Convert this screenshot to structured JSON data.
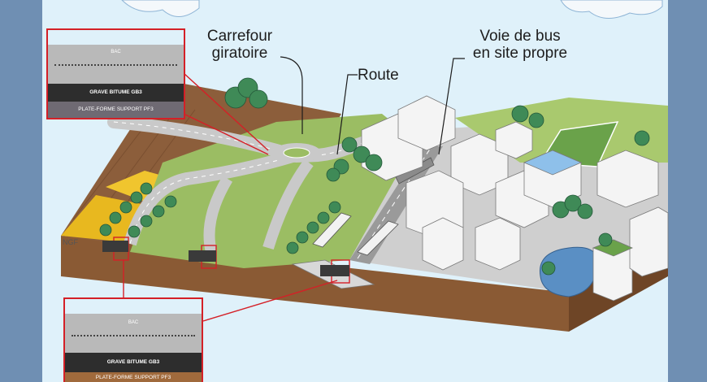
{
  "labels": {
    "carrefour": "Carrefour\ngiratoire",
    "route": "Route",
    "voie_bus": "Voie de bus\nen site propre",
    "ngf": "NGF"
  },
  "inset_top": {
    "bac": "BAC",
    "gb3": "GRAVE BITUME GB3",
    "pf3": "PLATE-FORME SUPPORT PF3"
  },
  "inset_bottom": {
    "bac": "BAC",
    "gb3": "GRAVE BITUME GB3",
    "pf3": "PLATE-FORME SUPPORT PF3"
  },
  "colors": {
    "frame": "#6f8fb3",
    "sky": "#dff1fa",
    "grass": "#9bbd63",
    "soil": "#8a5a34",
    "road": "#c9c9c9",
    "field_yellow": "#e8b81f",
    "callout": "#d42027",
    "water": "#5a8fc4"
  }
}
